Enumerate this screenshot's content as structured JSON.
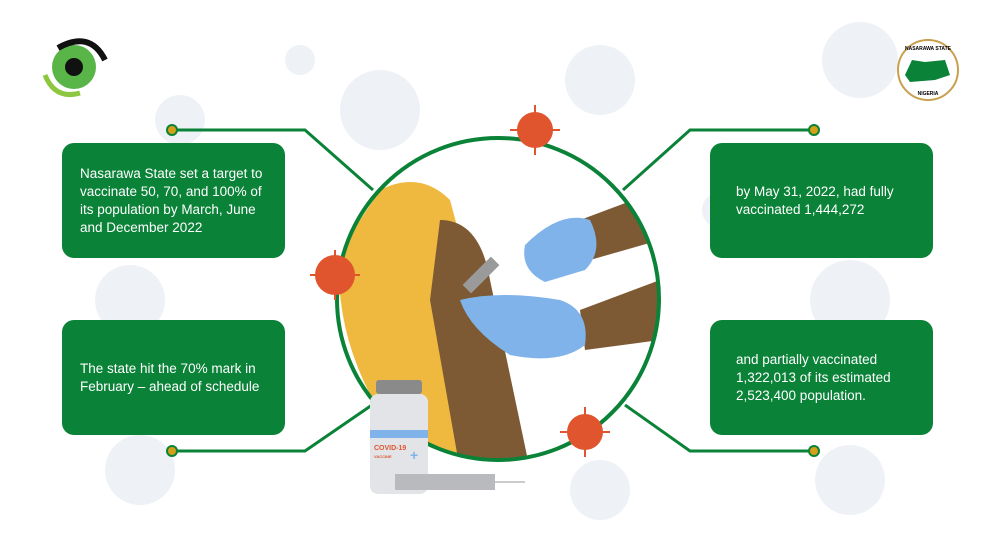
{
  "boxes": {
    "top_left": "Nasarawa State set a target to vaccinate 50, 70, and 100% of its population by March, June and December 2022",
    "bottom_left": "The state hit the 70% mark in February – ahead of schedule",
    "top_right": "by May 31, 2022, had fully vaccinated 1,444,272",
    "bottom_right": "and partially vaccinated 1,322,013 of its estimated 2,523,400 population."
  },
  "seal": {
    "top_text": "NASARAWA STATE",
    "bottom_text": "NIGERIA"
  },
  "vial": {
    "label": "COVID-19",
    "sublabel": "VACCINE"
  },
  "colors": {
    "green": "#0a8237",
    "virus": "#e0552e",
    "dot": "#d4a017",
    "skin": "#7d5a34",
    "cloth": "#efb93f",
    "glove": "#7fb3ea"
  }
}
